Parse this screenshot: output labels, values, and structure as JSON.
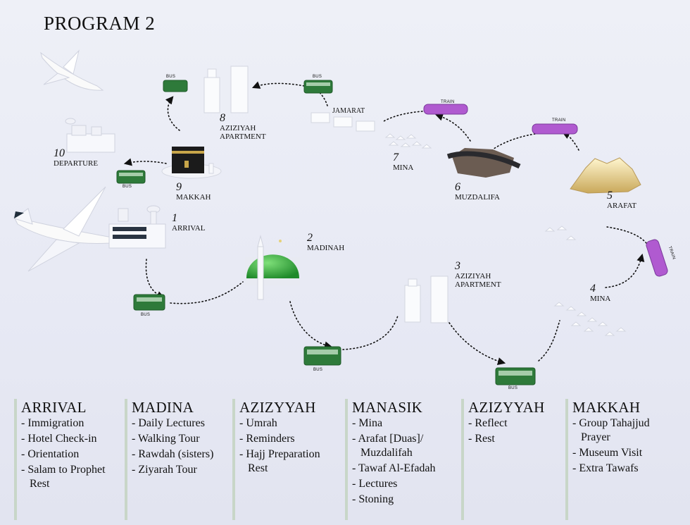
{
  "title": "PROGRAM 2",
  "stations": {
    "s1": {
      "num": "1",
      "name": "ARRIVAL"
    },
    "s2": {
      "num": "2",
      "name": "MADINAH"
    },
    "s3": {
      "num": "3",
      "name1": "AZIZIYAH",
      "name2": "APARTMENT"
    },
    "s4": {
      "num": "4",
      "name": "MINA"
    },
    "s5": {
      "num": "5",
      "name": "ARAFAT"
    },
    "s6": {
      "num": "6",
      "name": "MUZDALIFA"
    },
    "s7": {
      "num": "7",
      "name": "MINA"
    },
    "s8": {
      "num": "8",
      "name1": "AZIZIYAH",
      "name2": "APARTMENT"
    },
    "s9": {
      "num": "9",
      "name": "MAKKAH"
    },
    "s10": {
      "num": "10",
      "name": "DEPARTURE"
    }
  },
  "jamarat": "JAMARAT",
  "transport": {
    "bus": "BUS",
    "train": "TRAIN"
  },
  "colors": {
    "bus": "#2e7a3a",
    "train": "#b05ad0",
    "dome": "#3aa83a",
    "kaaba": "#1b1b1b",
    "accent_border": "#c8d6c8"
  },
  "columns": [
    {
      "heading": "ARRIVAL",
      "items": [
        "- Immigration",
        "- Hotel Check-in",
        "- Orientation",
        "- Salam to Prophet"
      ],
      "extra": "Rest"
    },
    {
      "heading": "MADINA",
      "items": [
        "- Daily Lectures",
        "- Walking Tour",
        "- Rawdah (sisters)",
        "- Ziyarah Tour"
      ],
      "extra": ""
    },
    {
      "heading": "AZIZYYAH",
      "items": [
        "- Umrah",
        "- Reminders",
        "- Hajj Preparation"
      ],
      "extra": "Rest"
    },
    {
      "heading": "MANASIK",
      "items": [
        "- Mina",
        "- Arafat [Duas]/",
        "Muzdalifah",
        "- Tawaf Al-Efadah",
        "- Lectures",
        "- Stoning"
      ],
      "extra": ""
    },
    {
      "heading": "AZIZYYAH",
      "items": [
        "- Reflect",
        "- Rest"
      ],
      "extra": ""
    },
    {
      "heading": "MAKKAH",
      "items": [
        "- Group Tahajjud",
        "Prayer",
        "- Museum Visit",
        "- Extra Tawafs"
      ],
      "extra": ""
    }
  ]
}
